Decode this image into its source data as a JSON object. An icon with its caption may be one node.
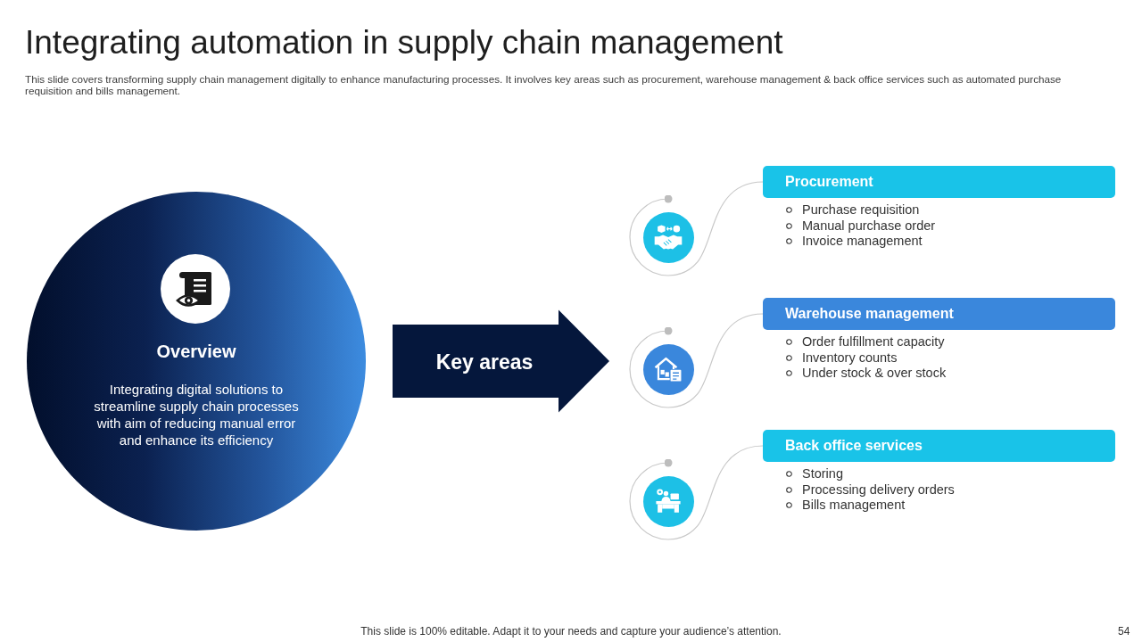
{
  "diagram": {
    "title": "Integrating automation in supply chain management",
    "nodes": [
      {
        "text": [
          "Overview",
          "Integrating digital solutions to streamline supply chain processes with aim of reducing manual error and enhance its efficiency"
        ]
      },
      {
        "text": [
          "Key areas"
        ]
      },
      {
        "text": [],
        "shape": "circle"
      },
      {
        "text": [
          "Procurement"
        ],
        "beside": [
          "Purchase requisition",
          "Manual purchase order",
          "Invoice management"
        ]
      },
      {
        "text": [],
        "shape": "circle"
      },
      {
        "text": [
          "Warehouse management"
        ],
        "beside": [
          "Order fulfillment capacity",
          "Inventory counts",
          "Under stock & over stock"
        ]
      },
      {
        "text": [],
        "shape": "circle"
      },
      {
        "text": [
          "Back office services"
        ],
        "beside": [
          "Storing",
          "Processing delivery orders",
          "Bills management"
        ]
      }
    ],
    "edges": [
      {
        "from": 2,
        "to": 3,
        "arrow": "other"
      },
      {
        "from": 4,
        "to": 5,
        "arrow": "other"
      },
      {
        "from": 6,
        "to": 7,
        "arrow": "other"
      },
      {
        "from": 0,
        "to": 4,
        "arrow": "to",
        "style": "thick",
        "color": "#05173c"
      }
    ],
    "labels": [
      "This slide covers transforming supply chain management digitally to enhance manufacturing processes. It involves key areas such as procurement, warehouse management & back office services such as automated purchase requisition and bills management.",
      "This slide is 100% editable. Adapt it to your needs and capture your audience’s attention.",
      "54"
    ]
  }
}
